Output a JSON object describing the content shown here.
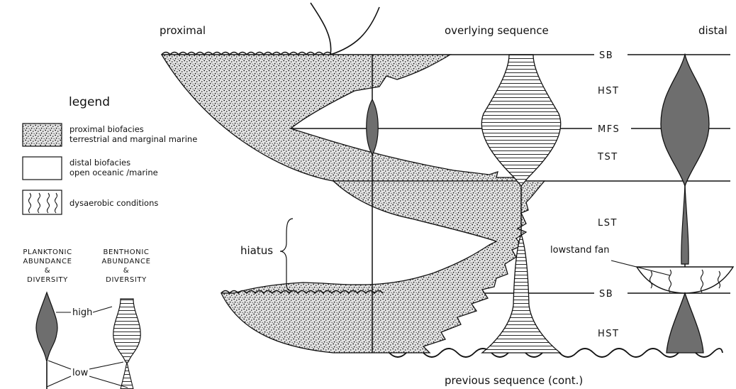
{
  "header": {
    "proximal": "proximal",
    "overlying": "overlying sequence",
    "distal": "distal",
    "previous": "previous sequence (cont.)"
  },
  "surfaces": {
    "sb_top": "SB",
    "hst_top": "HST",
    "mfs": "MFS",
    "tst": "TST",
    "lst": "LST",
    "lowstand_fan": "lowstand fan",
    "sb_bottom": "SB",
    "hst_bottom": "HST",
    "hiatus": "hiatus"
  },
  "legend": {
    "title": "legend",
    "items": [
      {
        "line1": "proximal biofacies",
        "line2": "terrestrial and marginal marine"
      },
      {
        "line1": "distal biofacies",
        "line2": "open oceanic /marine"
      },
      {
        "line1": "dysaerobic conditions",
        "line2": ""
      }
    ]
  },
  "key": {
    "planktonic": [
      "PLANKTONIC",
      "ABUNDANCE",
      "&",
      "DIVERSITY"
    ],
    "benthonic": [
      "BENTHONIC",
      "ABUNDANCE",
      "&",
      "DIVERSITY"
    ],
    "high": "high",
    "low": "low"
  },
  "colors": {
    "plankton_fill": "#6e6e6e",
    "stipple_bg": "#e6e6e6",
    "ink": "#111111"
  }
}
